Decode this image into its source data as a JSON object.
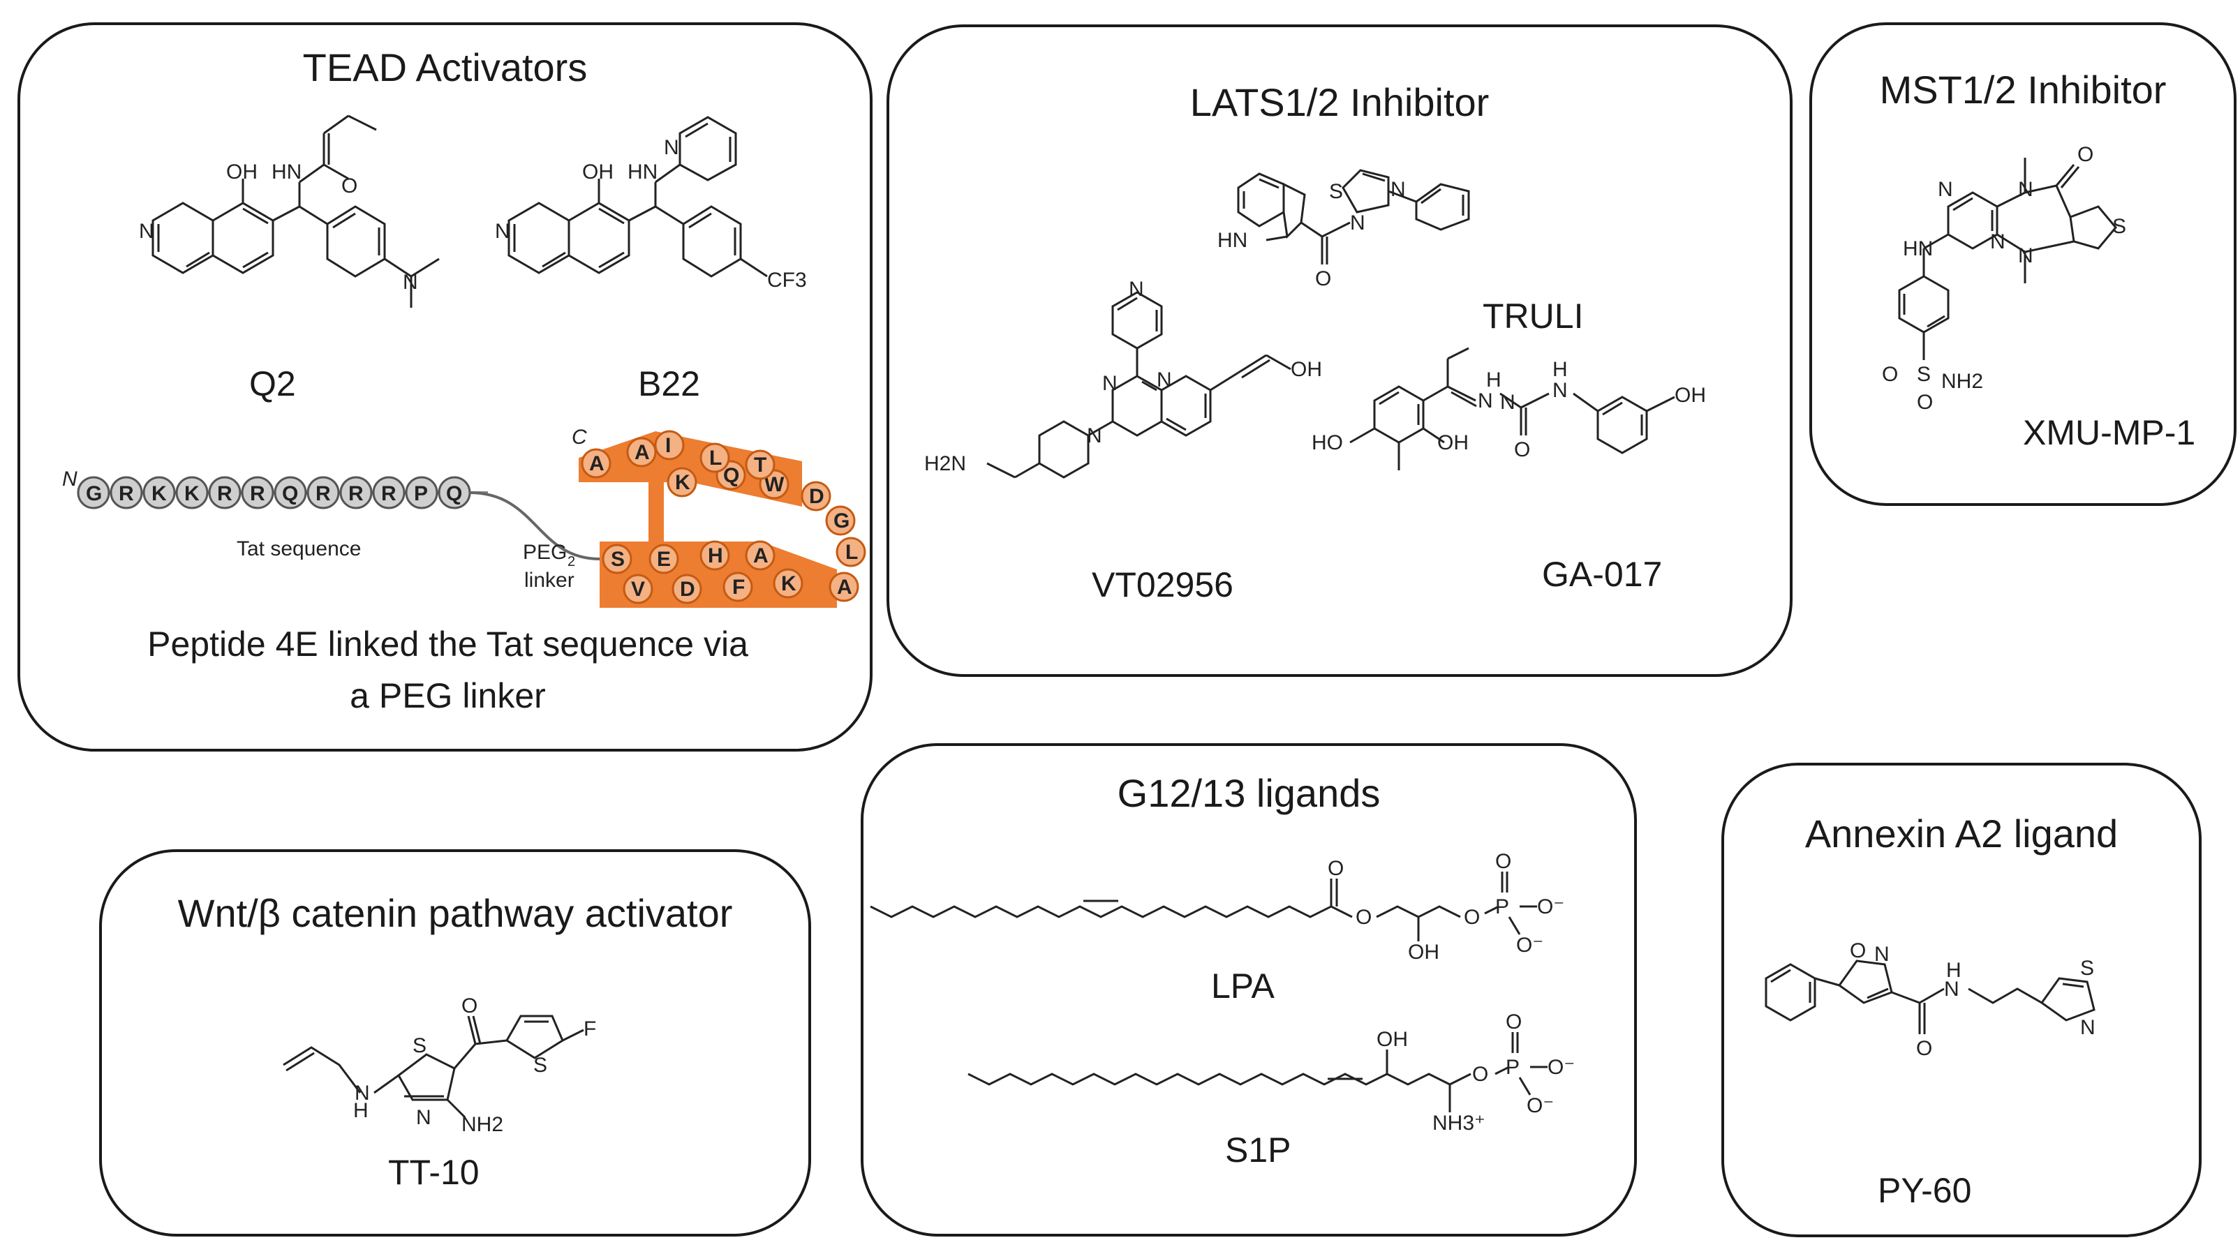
{
  "panels": {
    "tead": {
      "title": "TEAD Activators",
      "compounds": [
        "Q2",
        "B22"
      ],
      "peptide": {
        "n_term": "N",
        "c_term": "C",
        "tat_residues": [
          "G",
          "R",
          "K",
          "K",
          "R",
          "R",
          "Q",
          "R",
          "R",
          "R",
          "P",
          "Q"
        ],
        "tat_label": "Tat sequence",
        "linker_label_1": "PEG",
        "linker_sub": "2",
        "linker_label_2": "linker",
        "helix_top": [
          "A",
          "K",
          "Q",
          "W",
          "D",
          "G",
          "L"
        ],
        "helix_top_back": [
          "A",
          "I",
          "L",
          "T"
        ],
        "helix_bottom": [
          "S",
          "V",
          "E",
          "D",
          "H",
          "F",
          "A",
          "K",
          "A"
        ]
      },
      "caption_line1": "Peptide 4E linked the Tat sequence via",
      "caption_line2": "a PEG linker"
    },
    "lats": {
      "title": "LATS1/2 Inhibitor",
      "compounds": [
        "TRULI",
        "VT02956",
        "GA-017"
      ]
    },
    "mst": {
      "title": "MST1/2 Inhibitor",
      "compounds": [
        "XMU-MP-1"
      ]
    },
    "wnt": {
      "title": "Wnt/β catenin pathway activator",
      "compounds": [
        "TT-10"
      ]
    },
    "g12": {
      "title": "G12/13 ligands",
      "compounds": [
        "LPA",
        "S1P"
      ]
    },
    "annexin": {
      "title": "Annexin A2 ligand",
      "compounds": [
        "PY-60"
      ]
    }
  },
  "atoms": {
    "oh": "OH",
    "hn": "HN",
    "n": "N",
    "o": "O",
    "s": "S",
    "f": "F",
    "cf3": "CF3",
    "h2n": "H2N",
    "nh2": "NH2",
    "ho": "HO",
    "h": "H",
    "p": "P",
    "o_minus": "O⁻",
    "nh3": "NH3⁺"
  },
  "colors": {
    "line": "#1a1a1a",
    "tat_bead": "#cfcfcf",
    "helix": "#ed7d31",
    "helix_bead": "#f4b183"
  }
}
